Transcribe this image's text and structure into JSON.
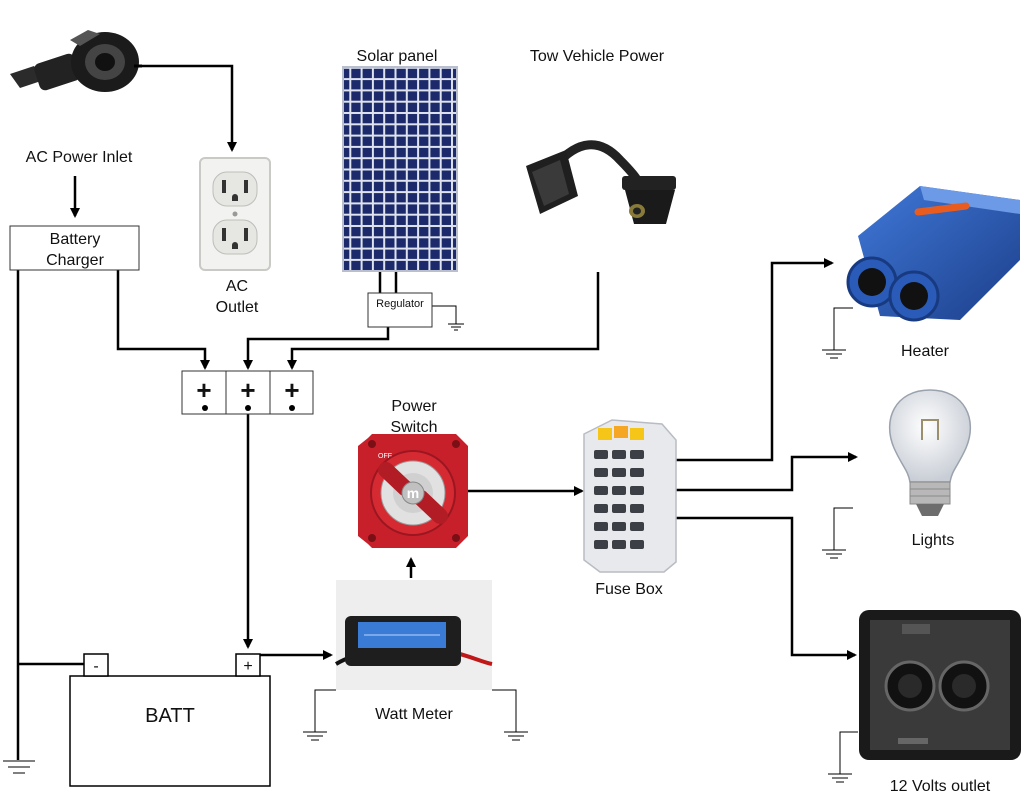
{
  "labels": {
    "ac_power_inlet": "AC Power Inlet",
    "battery_charger_line1": "Battery",
    "battery_charger_line2": "Charger",
    "ac_outlet_line1": "AC",
    "ac_outlet_line2": "Outlet",
    "solar_panel": "Solar panel",
    "regulator": "Regulator",
    "tow_vehicle_power": "Tow Vehicle Power",
    "power_switch_line1": "Power",
    "power_switch_line2": "Switch",
    "fuse_box": "Fuse Box",
    "watt_meter": "Watt Meter",
    "batt": "BATT",
    "batt_neg": "-",
    "batt_pos": "+",
    "heater": "Heater",
    "lights": "Lights",
    "twelve_volts_outlet": "12 Volts outlet"
  },
  "bus_terminals": [
    "+",
    "+",
    "+"
  ],
  "switch_face_letter": "m",
  "switch_off_text": "OFF",
  "colors": {
    "wire": "#000000",
    "switch_red": "#c8202a",
    "solar_blue": "#1c2a6b",
    "heater_blue": "#2a5bb8",
    "outlet_panel": "#1a1a1a",
    "watt_screen": "#3a7bd5"
  }
}
